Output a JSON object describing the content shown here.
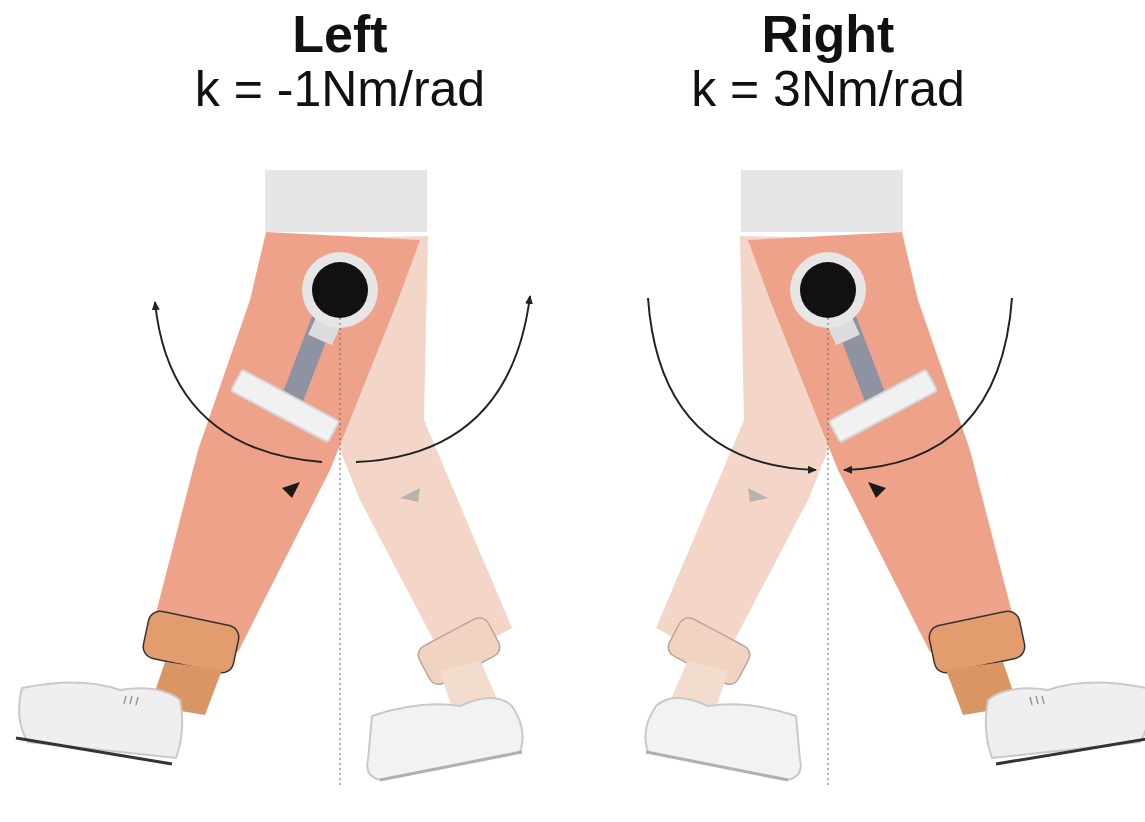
{
  "diagram": {
    "labels": [
      "Left",
      "k = -1Nm/rad",
      "Right",
      "k = 3Nm/rad"
    ]
  }
}
